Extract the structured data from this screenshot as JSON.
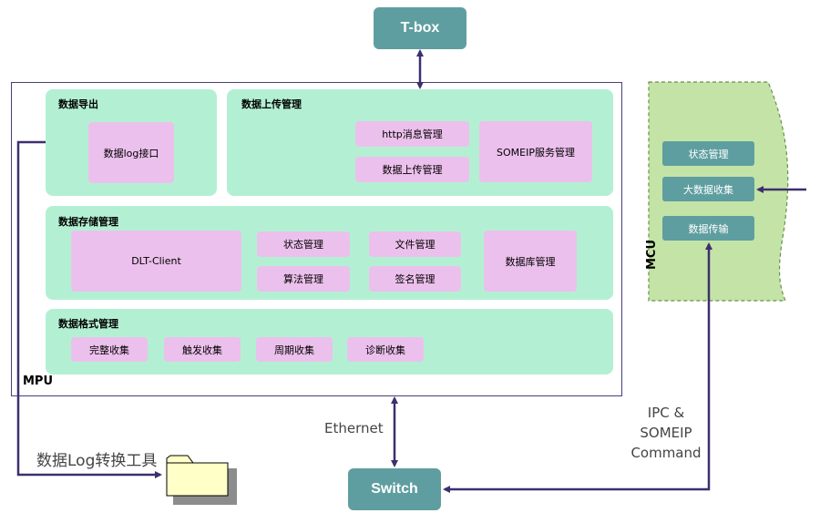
{
  "tbox": {
    "label": "T-box"
  },
  "switch": {
    "label": "Switch"
  },
  "mpu": {
    "label": "MPU",
    "export_panel": {
      "title": "数据导出",
      "items": [
        "数据log接口"
      ]
    },
    "upload_panel": {
      "title": "数据上传管理",
      "items": [
        "http消息管理",
        "数据上传管理",
        "SOMEIP服务管理"
      ]
    },
    "storage_panel": {
      "title": "数据存储管理",
      "items": [
        "DLT-Client",
        "状态管理",
        "文件管理",
        "算法管理",
        "签名管理",
        "数据库管理"
      ]
    },
    "format_panel": {
      "title": "数据格式管理",
      "items": [
        "完整收集",
        "触发收集",
        "周期收集",
        "诊断收集"
      ]
    }
  },
  "mcu": {
    "label": "MCU",
    "items": [
      "状态管理",
      "大数据收集",
      "数据传输"
    ]
  },
  "links": {
    "ethernet": "Ethernet",
    "ipc_line1": "IPC &",
    "ipc_line2": "SOMEIP",
    "ipc_line3": "Command"
  },
  "tool": {
    "label": "数据Log转换工具",
    "icon": "folder-icon"
  },
  "colors": {
    "teal": "#5f9ea0",
    "panel_green": "#b3f0d3",
    "pink": "#ecc0ec",
    "mcu_green": "#c3e4a6",
    "arrow": "#3d2f6e"
  }
}
